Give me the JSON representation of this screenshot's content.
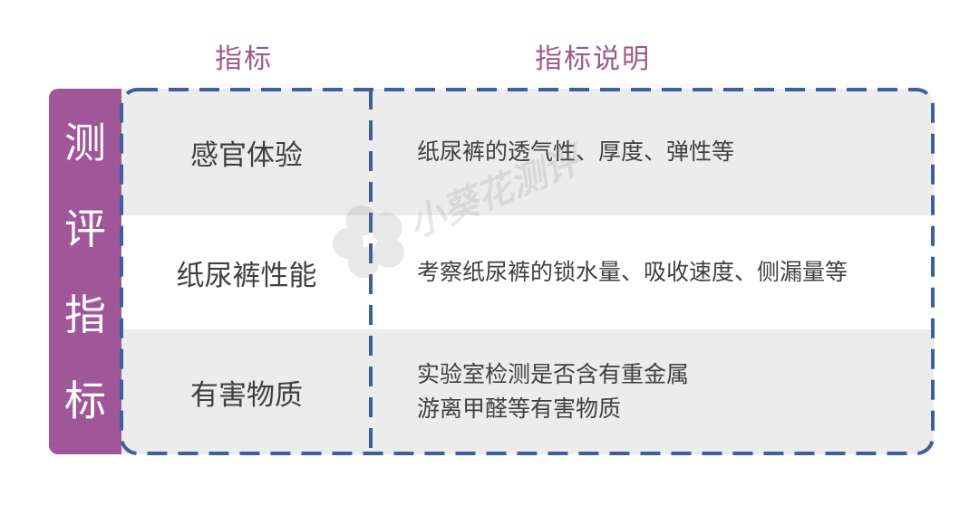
{
  "headers": {
    "indicator": "指标",
    "description": "指标说明"
  },
  "side_label": {
    "chars": [
      "测",
      "评",
      "指",
      "标"
    ]
  },
  "rows": [
    {
      "indicator": "感官体验",
      "description": [
        "纸尿裤的透气性、厚度、弹性等"
      ]
    },
    {
      "indicator": "纸尿裤性能",
      "description": [
        "考察纸尿裤的锁水量、吸收速度、侧漏量等"
      ]
    },
    {
      "indicator": "有害物质",
      "description": [
        "实验室检测是否含有重金属",
        "游离甲醛等有害物质"
      ]
    }
  ],
  "watermark": {
    "text": "小葵花测评"
  },
  "colors": {
    "accent_purple": "#a0579a",
    "header_text": "#9b5a8e",
    "dashed_border": "#3e5f9c",
    "row_gray": "#ececec",
    "body_text": "#404040"
  }
}
